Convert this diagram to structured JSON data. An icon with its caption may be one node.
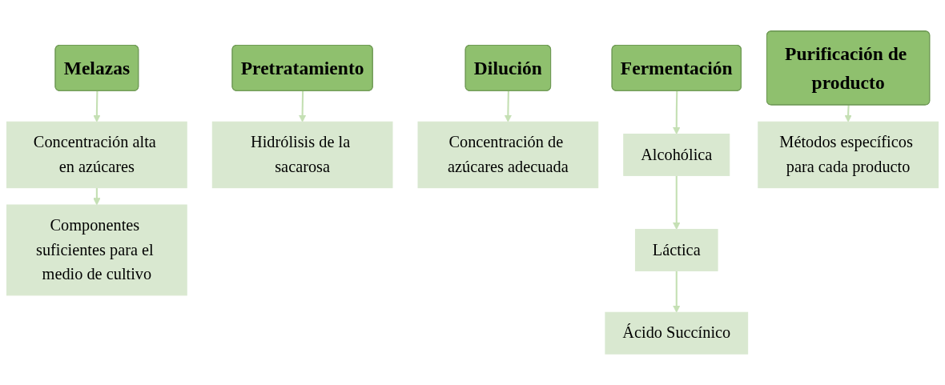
{
  "diagram": {
    "nodes": [
      {
        "text": [
          "Melazas"
        ]
      },
      {
        "text": [
          "Concentración alta en azúcares"
        ]
      },
      {
        "text": [
          "Componentes suficientes para el medio de cultivo"
        ]
      },
      {
        "text": [
          "Pretratamiento"
        ]
      },
      {
        "text": [
          "Hidrólisis de la sacarosa"
        ]
      },
      {
        "text": [
          "Dilución"
        ]
      },
      {
        "text": [
          "Concentración de azúcares adecuada"
        ]
      },
      {
        "text": [
          "Fermentación"
        ]
      },
      {
        "text": [
          "Alcohólica"
        ]
      },
      {
        "text": [
          "Láctica"
        ]
      },
      {
        "text": [
          "Ácido Succínico"
        ]
      },
      {
        "text": [
          "Purificación de producto"
        ]
      },
      {
        "text": [
          "Métodos específicos para cada producto"
        ]
      }
    ],
    "edges": [
      {
        "from": 0,
        "to": 1,
        "arrow": "to"
      },
      {
        "from": 1,
        "to": 2,
        "arrow": "to"
      },
      {
        "from": 3,
        "to": 4,
        "arrow": "to"
      },
      {
        "from": 5,
        "to": 6,
        "arrow": "to"
      },
      {
        "from": 7,
        "to": 8,
        "arrow": "to"
      },
      {
        "from": 8,
        "to": 9,
        "arrow": "to"
      },
      {
        "from": 9,
        "to": 10,
        "arrow": "to"
      },
      {
        "from": 11,
        "to": 12,
        "arrow": "to"
      }
    ]
  }
}
